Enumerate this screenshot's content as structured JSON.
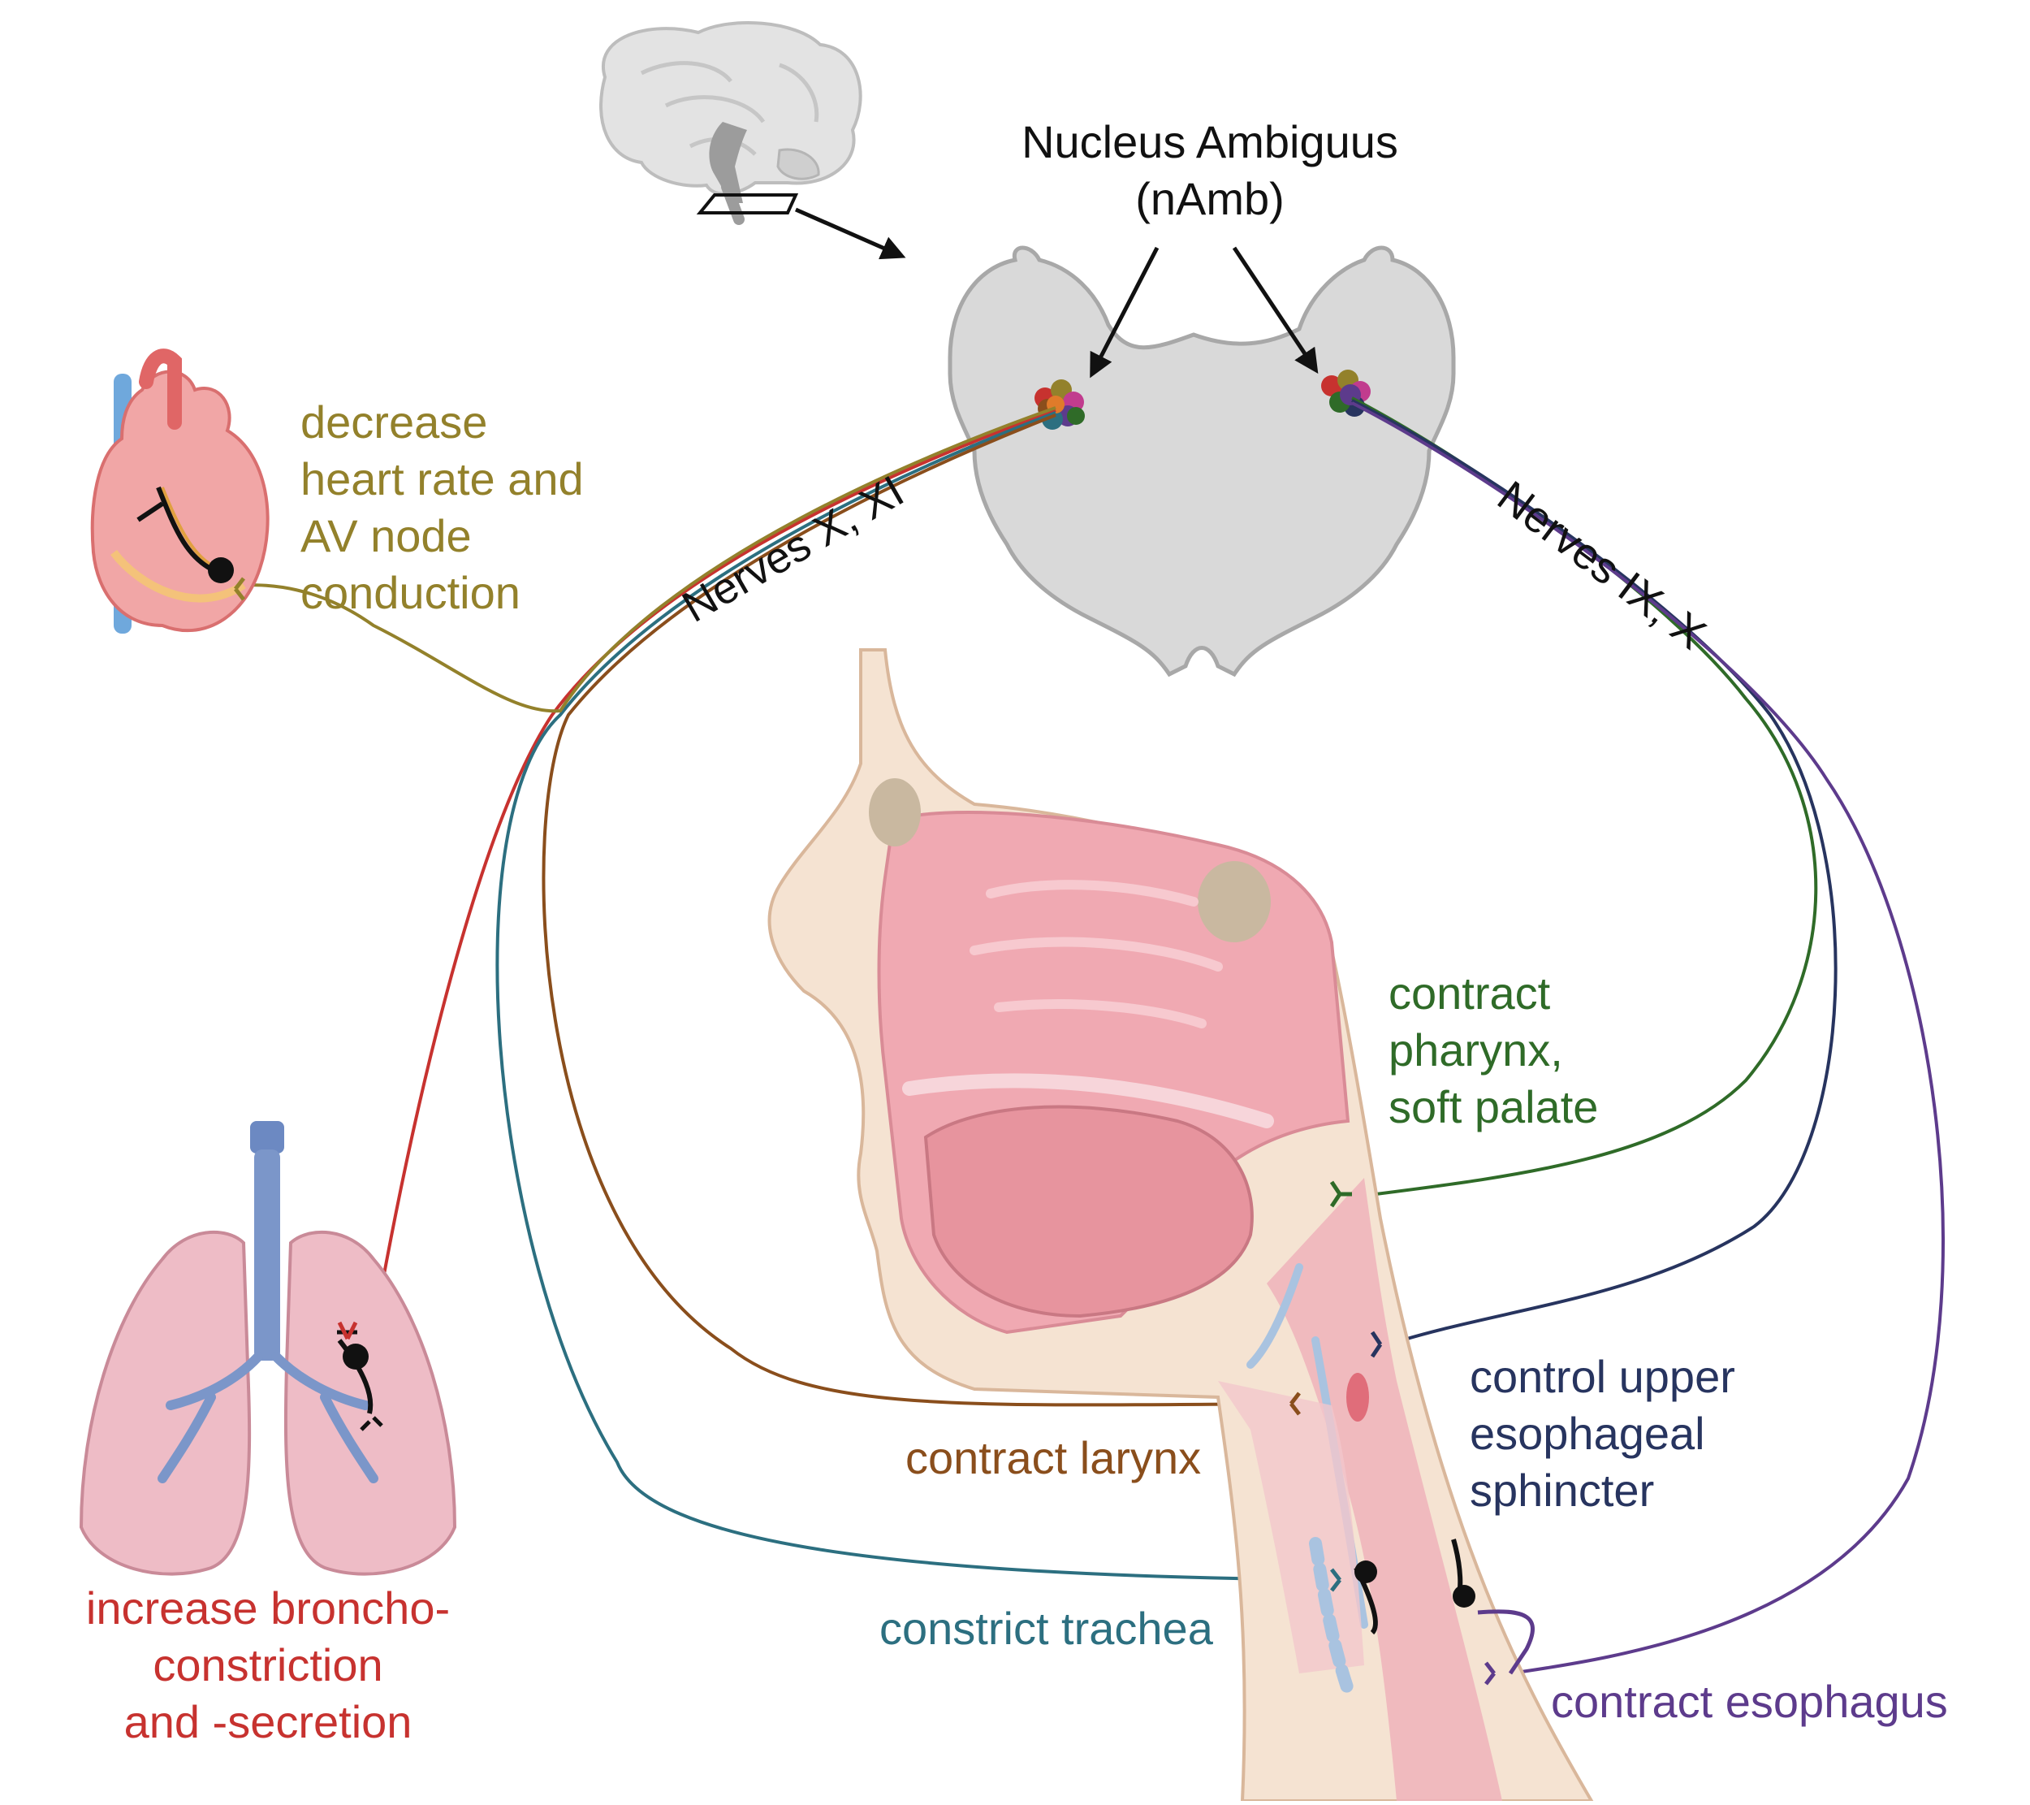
{
  "nucleus": {
    "label": "Nucleus Ambiguus\n(nAmb)"
  },
  "nerves_left": {
    "label": "Nerves X, XI"
  },
  "nerves_right": {
    "label": "Nerves IX, X"
  },
  "colors": {
    "heart": "#93812b",
    "lungs": "#c7322f",
    "trachea": "#2c6f80",
    "larynx": "#8a4e1c",
    "pharynx": "#2f6b28",
    "upper_sphincter": "#27345f",
    "esophagus": "#5d3b8c",
    "text_default": "#111111"
  },
  "targets": {
    "heart": {
      "text": "decrease\nheart rate and\nAV node\nconduction",
      "color_key": "heart"
    },
    "lungs": {
      "text": "increase broncho-\nconstriction\nand -secretion",
      "color_key": "lungs"
    },
    "larynx": {
      "text": "contract larynx",
      "color_key": "larynx"
    },
    "trachea": {
      "text": "constrict trachea",
      "color_key": "trachea"
    },
    "pharynx": {
      "text": "contract\npharynx,\nsoft palate",
      "color_key": "pharynx"
    },
    "upper_sphincter": {
      "text": "control upper\nesophageal\nsphincter",
      "color_key": "upper_sphincter"
    },
    "esophagus": {
      "text": "contract esophagus",
      "color_key": "esophagus"
    }
  },
  "icons": [
    "brain-icon",
    "brainstem-section-icon",
    "heart-icon",
    "lungs-icon",
    "head-sagittal-icon",
    "neuron-terminal-icon"
  ]
}
